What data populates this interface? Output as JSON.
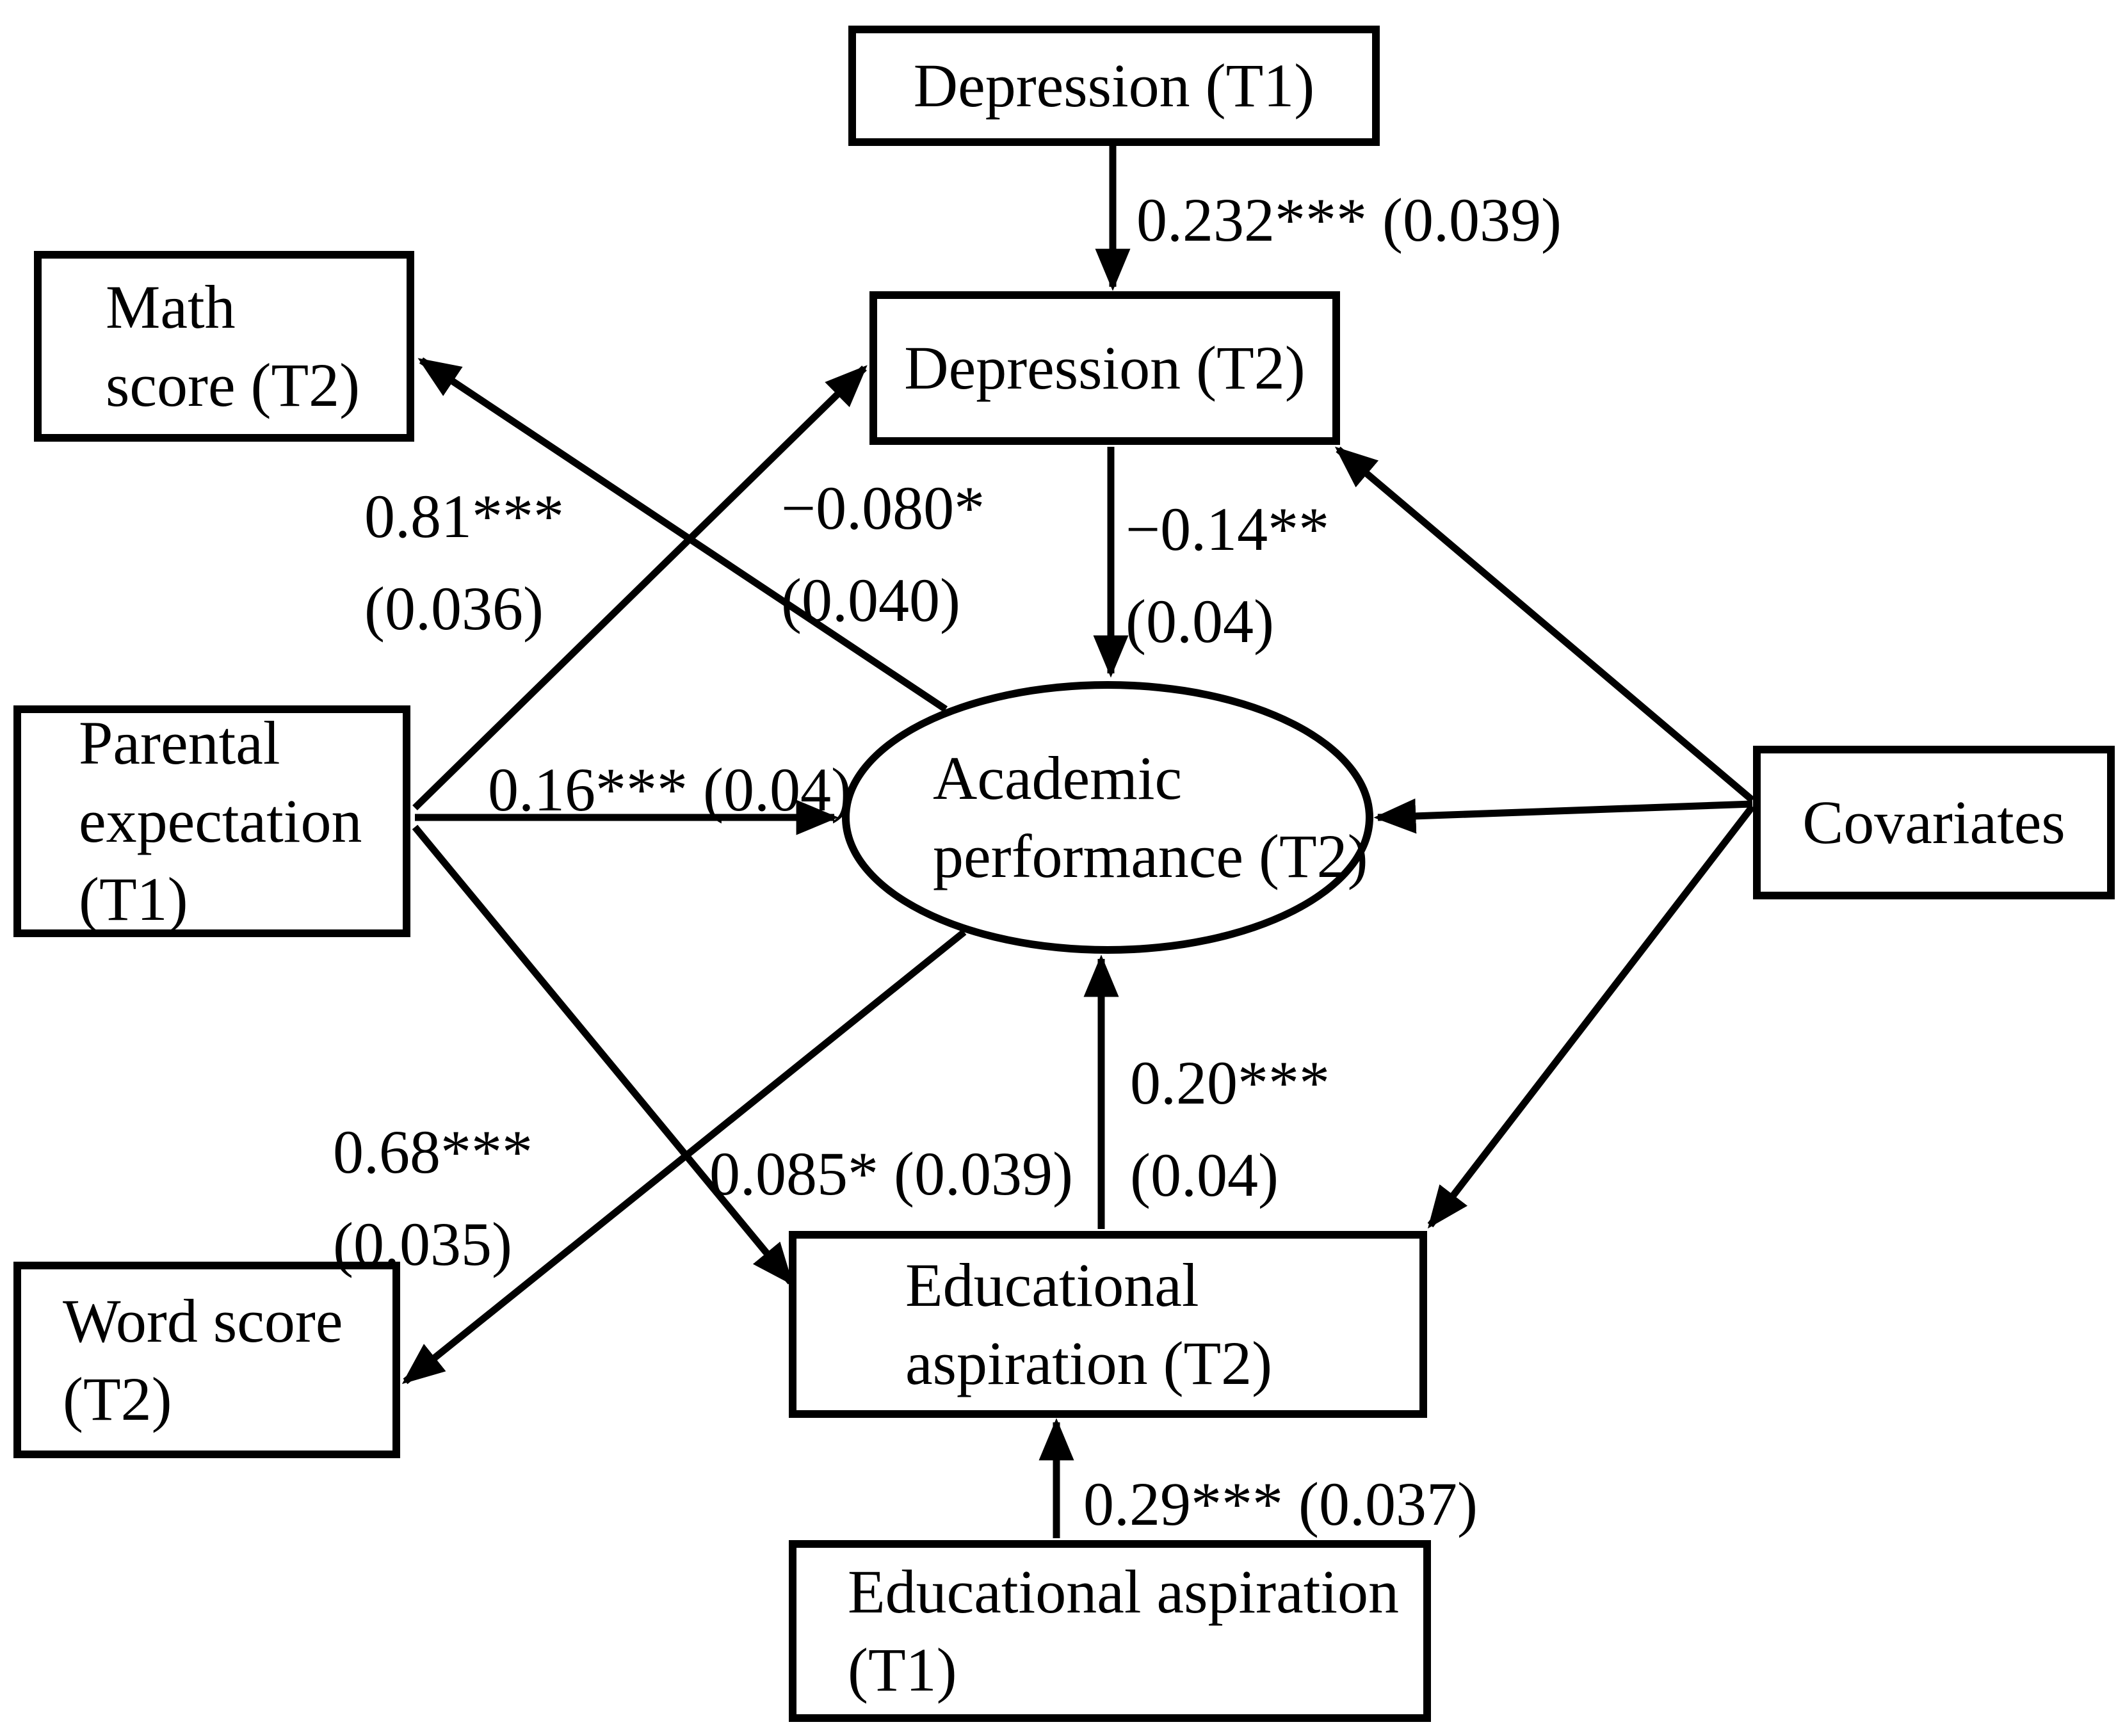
{
  "diagram": {
    "title": "Path model of depression, parental expectation, educational aspiration and academic performance",
    "colors": {
      "line": "#000000",
      "node_fill": "#ffffff",
      "background": "#ffffff",
      "text": "#000000"
    },
    "nodes": {
      "depression_t1": {
        "label": "Depression (T1)",
        "shape": "rectangle"
      },
      "depression_t2": {
        "label": "Depression (T2)",
        "shape": "rectangle"
      },
      "math_score": {
        "label": "Math\nscore (T2)",
        "shape": "rectangle"
      },
      "parental_expectation": {
        "label": "Parental\nexpectation\n(T1)",
        "shape": "rectangle"
      },
      "academic_performance": {
        "label": "Academic\nperformance (T2)",
        "shape": "ellipse"
      },
      "covariates": {
        "label": "Covariates",
        "shape": "rectangle"
      },
      "word_score": {
        "label": "Word score\n(T2)",
        "shape": "rectangle"
      },
      "educational_aspiration_t2": {
        "label": "Educational\naspiration (T2)",
        "shape": "rectangle"
      },
      "educational_aspiration_t1": {
        "label": "Educational aspiration\n(T1)",
        "shape": "rectangle"
      }
    },
    "edge_labels": {
      "dep1_to_dep2": "0.232*** (0.039)",
      "dep2_to_academic": "−0.14**\n(0.04)",
      "parental_to_dep2": "−0.080*\n(0.040)",
      "academic_to_math": "0.81***\n(0.036)",
      "parental_to_academic": "0.16*** (0.04)",
      "academic_to_word": "0.68***\n(0.035)",
      "parental_to_edasp2": "0.085* (0.039)",
      "edasp2_to_academic": "0.20***\n(0.04)",
      "edasp1_to_edasp2": "0.29*** (0.037)"
    },
    "edges": [
      {
        "from": "depression_t1",
        "to": "depression_t2",
        "label": "0.232*** (0.039)"
      },
      {
        "from": "depression_t2",
        "to": "academic_performance",
        "label": "−0.14** (0.04)"
      },
      {
        "from": "parental_expectation",
        "to": "depression_t2",
        "label": "−0.080* (0.040)"
      },
      {
        "from": "academic_performance",
        "to": "math_score",
        "label": "0.81*** (0.036)"
      },
      {
        "from": "parental_expectation",
        "to": "academic_performance",
        "label": "0.16*** (0.04)"
      },
      {
        "from": "academic_performance",
        "to": "word_score",
        "label": "0.68*** (0.035)"
      },
      {
        "from": "parental_expectation",
        "to": "educational_aspiration_t2",
        "label": "0.085* (0.039)"
      },
      {
        "from": "educational_aspiration_t2",
        "to": "academic_performance",
        "label": "0.20*** (0.04)"
      },
      {
        "from": "educational_aspiration_t1",
        "to": "educational_aspiration_t2",
        "label": "0.29*** (0.037)"
      },
      {
        "from": "covariates",
        "to": "depression_t2",
        "label": ""
      },
      {
        "from": "covariates",
        "to": "academic_performance",
        "label": ""
      },
      {
        "from": "covariates",
        "to": "educational_aspiration_t2",
        "label": ""
      }
    ]
  }
}
